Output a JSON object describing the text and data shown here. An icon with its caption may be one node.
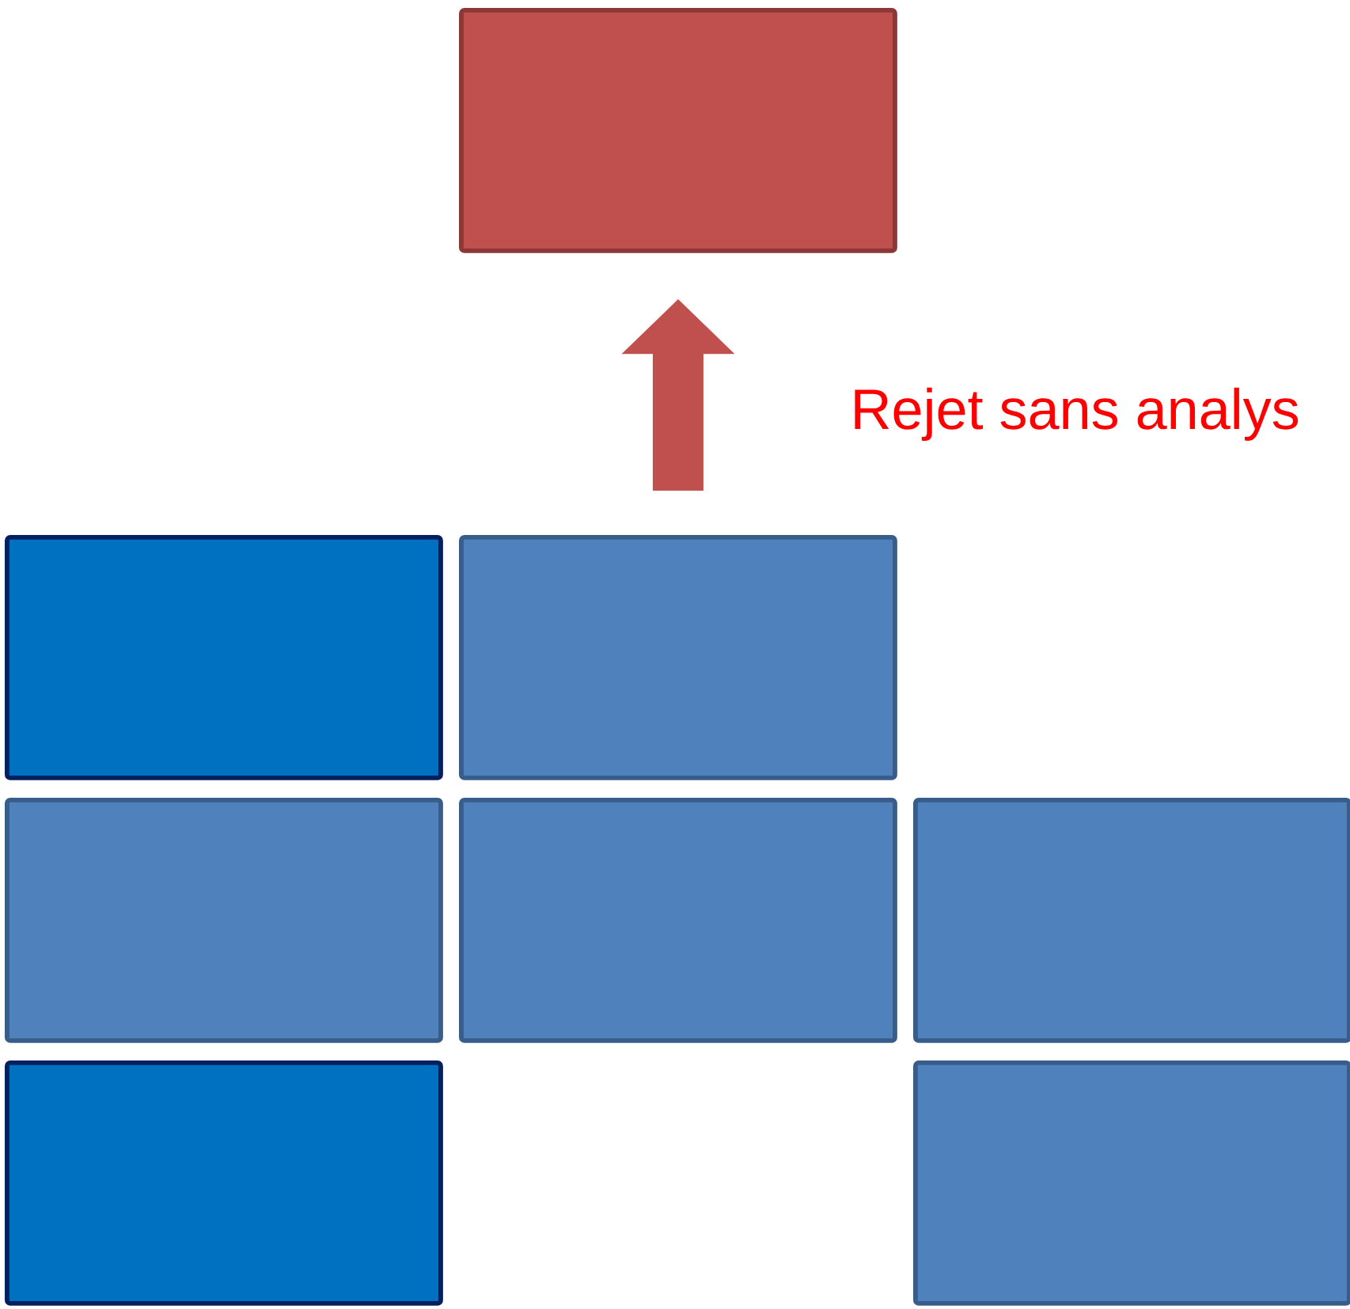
{
  "diagram": {
    "nodes": [
      {
        "text": [],
        "shape": "box"
      },
      {
        "text": [],
        "shape": "box"
      },
      {
        "text": [],
        "shape": "box"
      },
      {
        "text": [],
        "shape": "box"
      },
      {
        "text": [],
        "shape": "box"
      },
      {
        "text": [],
        "shape": "box"
      },
      {
        "text": [],
        "shape": "box"
      },
      {
        "text": [],
        "shape": "box"
      }
    ],
    "edges": [
      {
        "from": 2,
        "to": 0,
        "arrow": "to"
      }
    ],
    "labels": [
      "Rejet sans analys"
    ]
  }
}
